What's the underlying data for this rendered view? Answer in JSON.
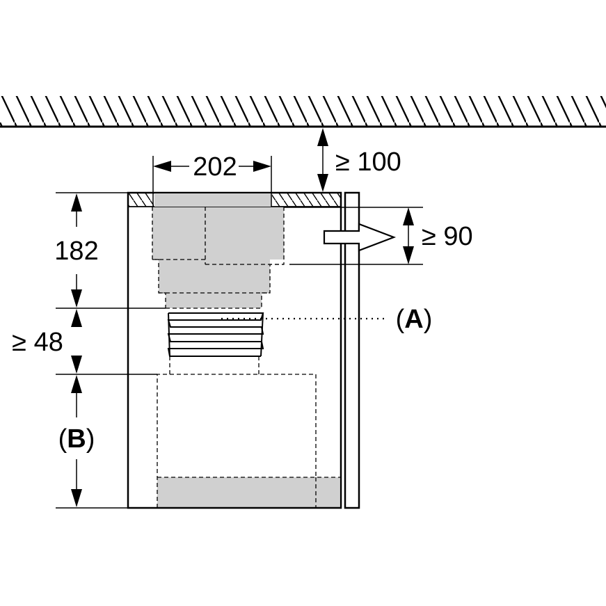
{
  "dimensions": {
    "duct_width": "202",
    "ceiling_gap": "≥ 100",
    "outlet_height": "≥ 90",
    "upper_height": "182",
    "hose_height": "≥ 48"
  },
  "callouts": {
    "hose": {
      "open": "(",
      "letter": "A",
      "close": ")"
    },
    "lower_zone": {
      "open": "(",
      "letter": "B",
      "close": ")"
    }
  },
  "colors": {
    "line": "#000000",
    "fill_gray": "#d0d0d0",
    "background": "#ffffff"
  }
}
